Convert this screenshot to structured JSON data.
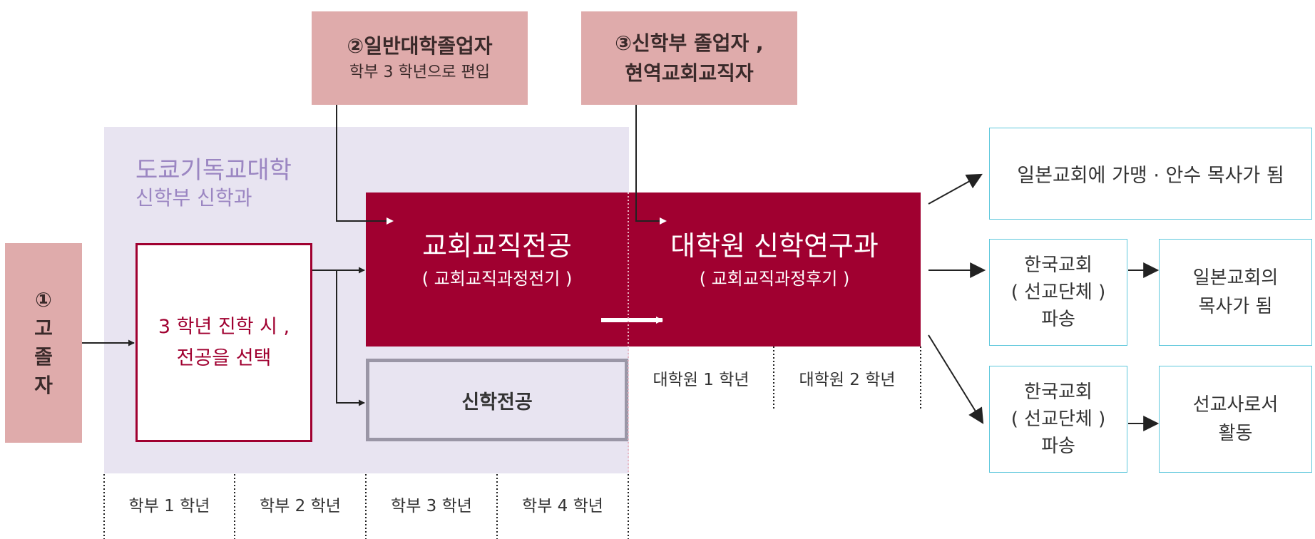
{
  "entries": {
    "entry1": {
      "number": "①",
      "chars": [
        "고",
        "졸",
        "자"
      ]
    },
    "entry2": {
      "title": "②일반대학졸업자",
      "subtitle": "학부 3 학년으로 편입"
    },
    "entry3": {
      "line1": "③신학부 졸업자 ,",
      "line2": "현역교회교직자"
    }
  },
  "university": {
    "name": "도쿄기독교대학",
    "department": "신학부 신학과"
  },
  "choice_box": {
    "line1": "3 학년 진학 시 ,",
    "line2": "전공을 선택"
  },
  "majors": {
    "church": {
      "title": "교회교직전공",
      "subtitle": "( 교회교직과정전기 )"
    },
    "theology": {
      "title": "신학전공"
    }
  },
  "graduate": {
    "title": "대학원 신학연구과",
    "subtitle": "( 교회교직과정후기 )"
  },
  "timeline": {
    "undergrad": [
      "학부 1 학년",
      "학부 2 학년",
      "학부 3 학년",
      "학부 4 학년"
    ],
    "grad": [
      "대학원 1 학년",
      "대학원 2 학년"
    ]
  },
  "outcomes": {
    "top": "일본교회에 가맹 · 안수  목사가 됨",
    "middle_left": [
      "한국교회",
      "( 선교단체 )",
      "파송"
    ],
    "middle_right": [
      "일본교회의",
      "목사가 됨"
    ],
    "bottom_left": [
      "한국교회",
      "( 선교단체 )",
      "파송"
    ],
    "bottom_right": [
      "선교사로서",
      "활동"
    ]
  },
  "colors": {
    "pink": "#dfabab",
    "crimson": "#a00030",
    "lavender": "#e8e4f1",
    "university_text": "#9b86c2",
    "cyan": "#5ec8dc",
    "gray_border": "#9a96a6"
  }
}
